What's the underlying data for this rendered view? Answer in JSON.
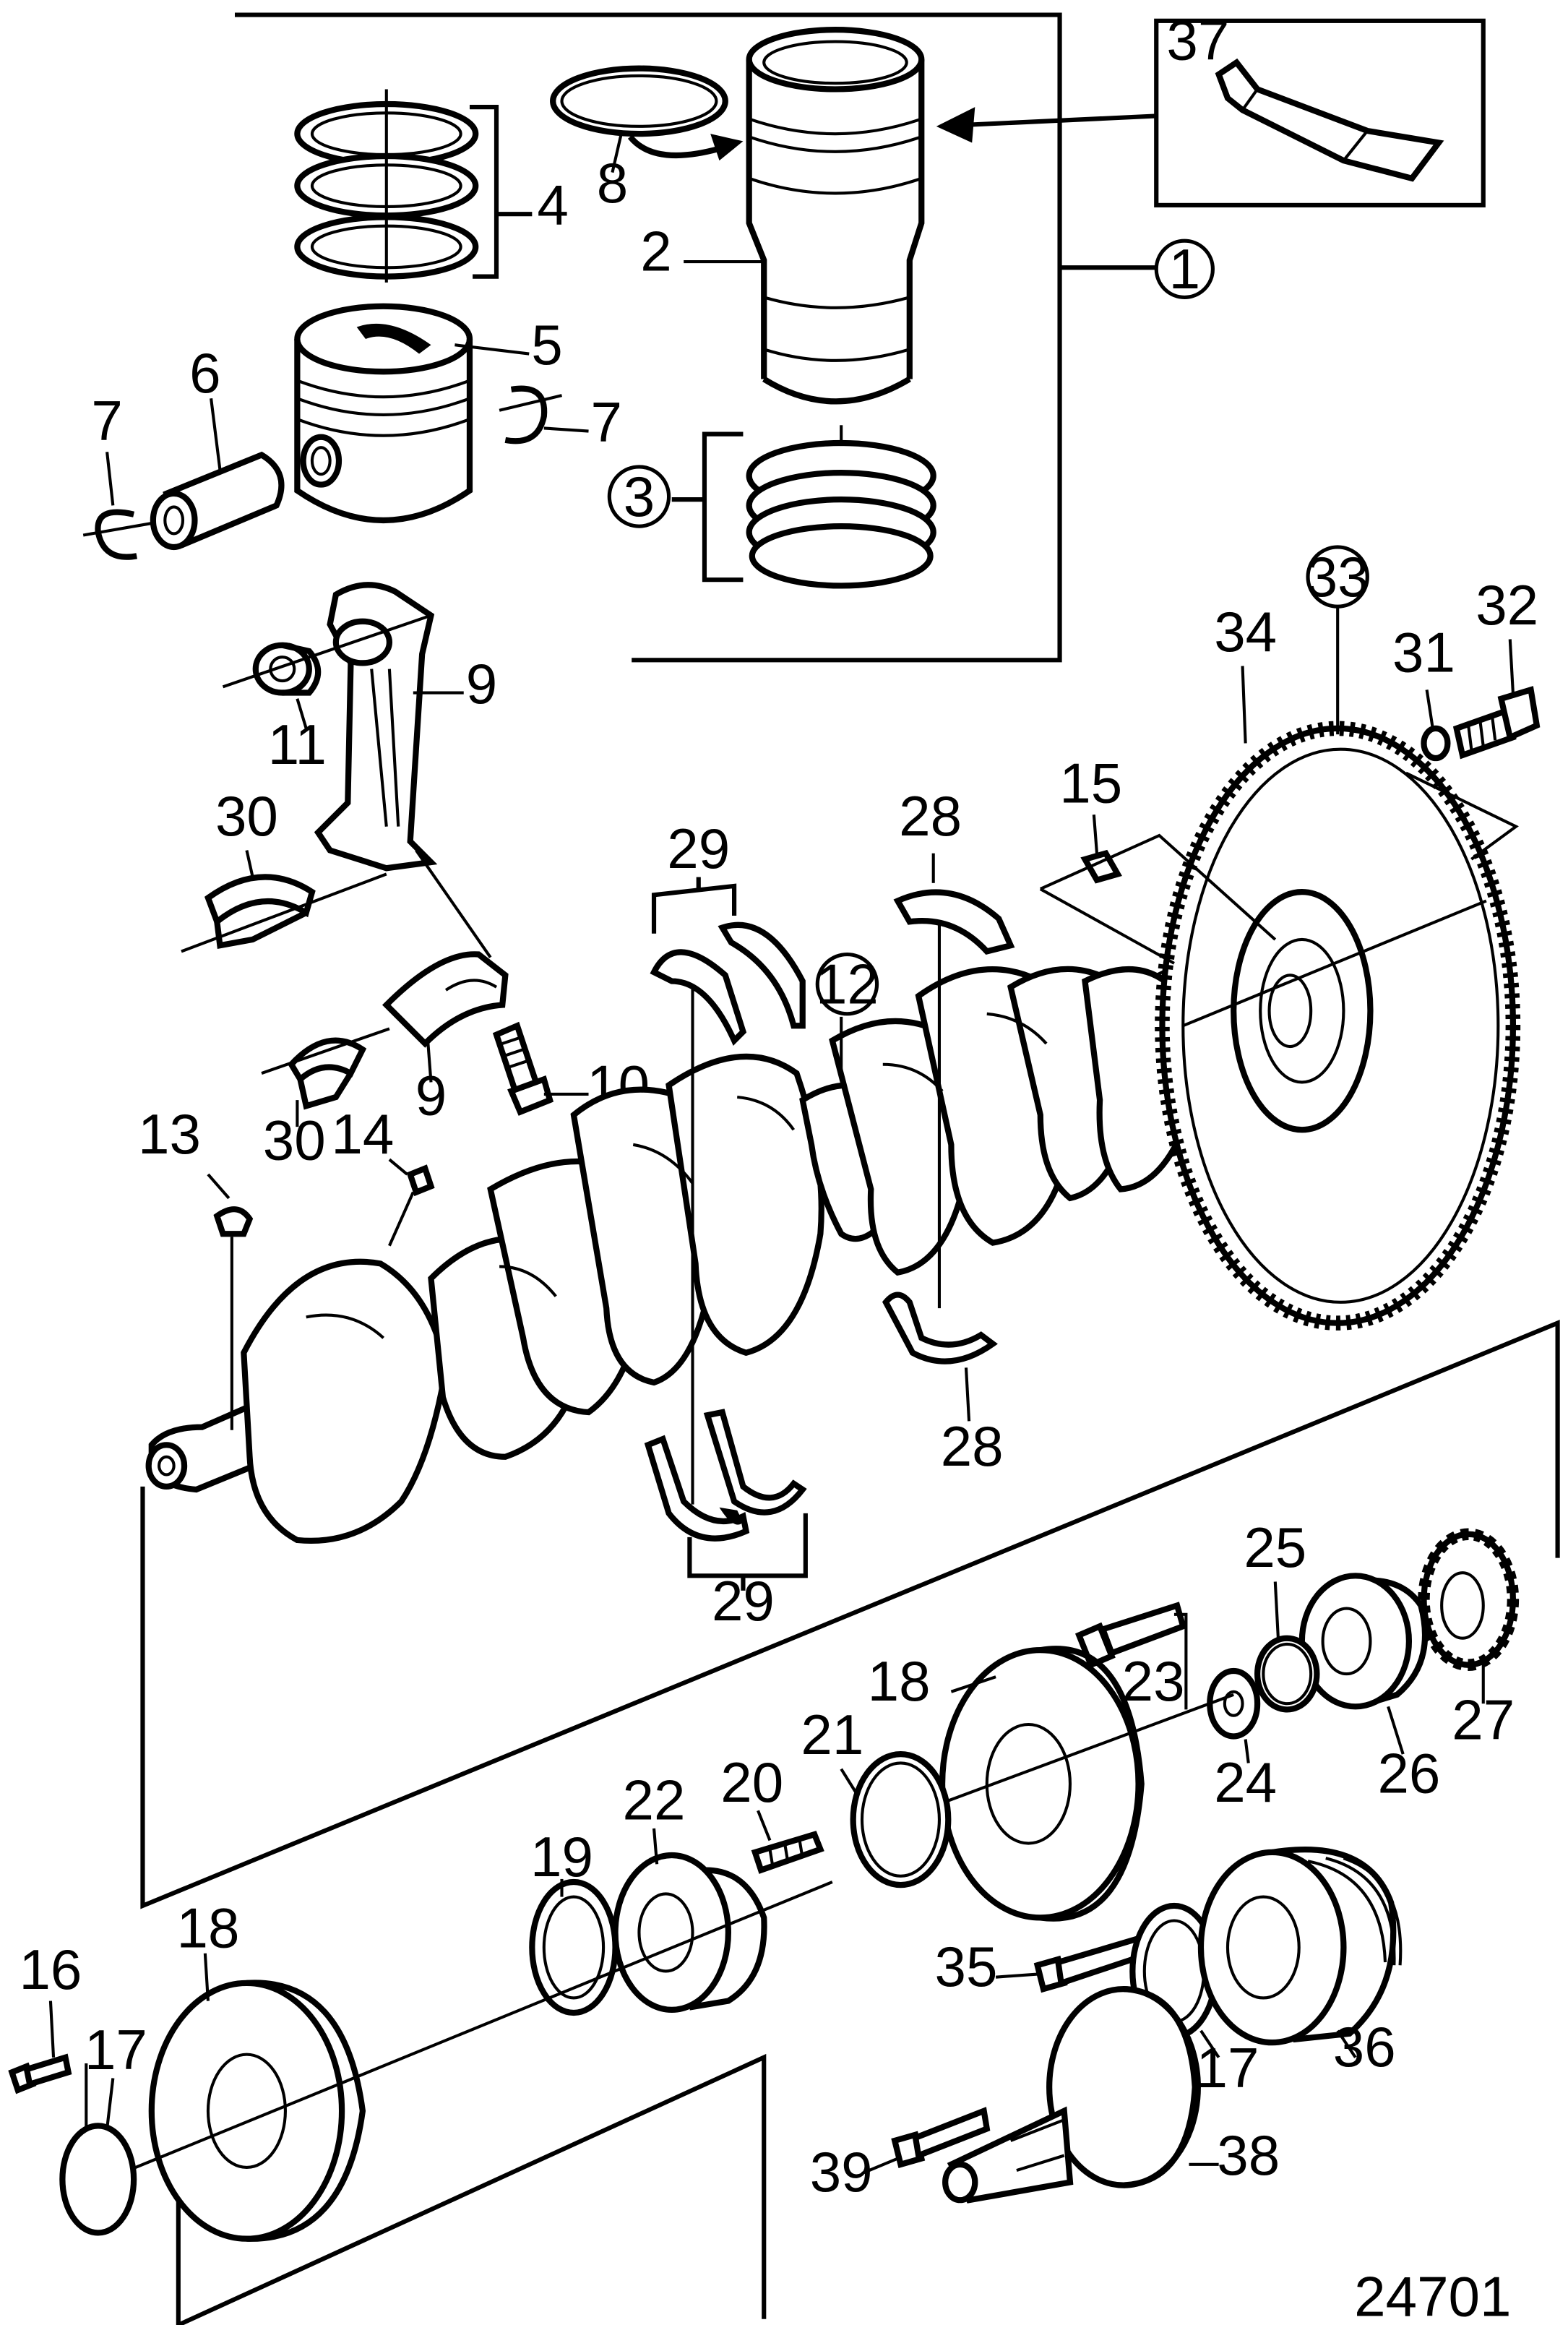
{
  "diagram": {
    "reference_number": "24701",
    "callouts": {
      "c2": "2",
      "c4": "4",
      "c5": "5",
      "c6": "6",
      "c7a": "7",
      "c7b": "7",
      "c8": "8",
      "c9a": "9",
      "c9b": "9",
      "c10": "10",
      "c11": "11",
      "c13": "13",
      "c14": "14",
      "c15": "15",
      "c16": "16",
      "c17a": "17",
      "c17b": "17",
      "c18a": "18",
      "c18b": "18",
      "c19": "19",
      "c20": "20",
      "c21": "21",
      "c22": "22",
      "c23": "23",
      "c24": "24",
      "c25": "25",
      "c26": "26",
      "c27": "27",
      "c28a": "28",
      "c28b": "28",
      "c29a": "29",
      "c29b": "29",
      "c30a": "30",
      "c30b": "30",
      "c31": "31",
      "c32": "32",
      "c34": "34",
      "c35": "35",
      "c36": "36",
      "c37": "37",
      "c38": "38",
      "c39": "39"
    },
    "circled_callouts": {
      "k1": "1",
      "k3": "3",
      "k12": "12",
      "k33": "33"
    }
  }
}
